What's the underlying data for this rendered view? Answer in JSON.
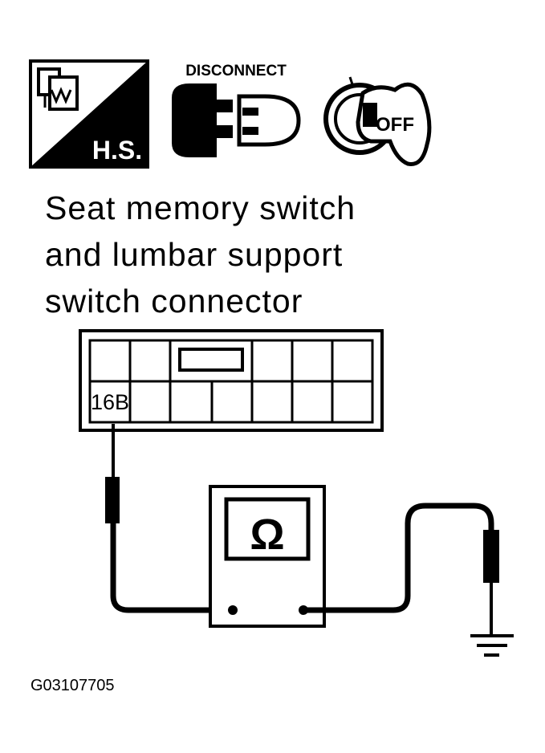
{
  "icons": {
    "harness_icon": "wiring-harness-icon",
    "hs_label": "H.S.",
    "disconnect_label": "DISCONNECT",
    "disconnect_icon": "connector-disconnect-icon",
    "ignition_icon": "ignition-key-icon",
    "ignition_label": "OFF"
  },
  "title": {
    "line1": "Seat memory switch",
    "line2": "and lumbar support",
    "line3": "switch connector"
  },
  "connector": {
    "terminal_label": "16B"
  },
  "meter": {
    "symbol": "Ω",
    "icon": "ohmmeter-icon"
  },
  "ground_icon": "ground-symbol-icon",
  "figure_id": "G03107705"
}
